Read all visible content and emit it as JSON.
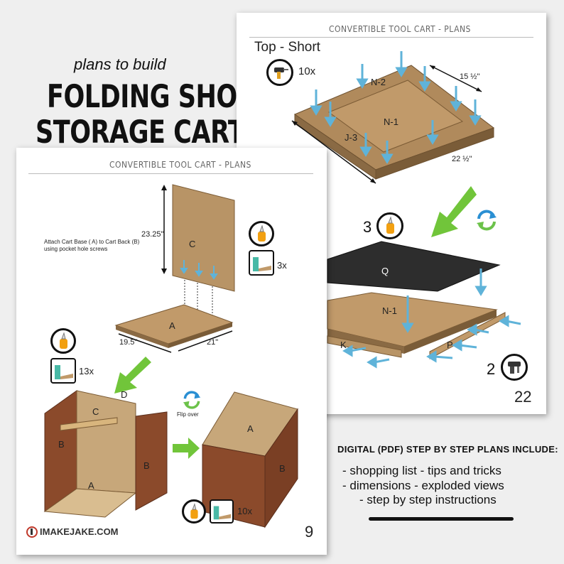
{
  "promo": {
    "subtitle": "plans to build",
    "title_line1": "FOLDING SHOP",
    "title_line2": "STORAGE CARTS",
    "features_heading": "DIGITAL (PDF) STEP BY STEP PLANS INCLUDE:",
    "features_line1": "-  shopping list  -  tips and tricks",
    "features_line2": "-  dimensions  -  exploded views",
    "features_line3": "-  step by step instructions"
  },
  "page_back": {
    "header": "CONVERTIBLE TOOL CART - PLANS",
    "section_title": "Top - Short",
    "screw_count": "10x",
    "dim_depth": "15 ½\"",
    "dim_width": "22 ½\"",
    "part_n2": "N-2",
    "part_n1": "N-1",
    "part_j3": "J-3",
    "part_q": "Q",
    "part_n1_lower": "N-1",
    "part_k": "K",
    "part_p": "P",
    "step_glue": "3",
    "step_nail": "2",
    "page_number": "22"
  },
  "page_front": {
    "header": "CONVERTIBLE TOOL CART - PLANS",
    "instruction": "Attach Cart Base ( A) to Cart Back (B) using pocket hole screws",
    "dim_height": "23.25\"",
    "dim_depth": "19.5\"",
    "dim_width": "21\"",
    "part_c": "C",
    "part_a": "A",
    "pocket_count_1": "3x",
    "pocket_count_2": "13x",
    "part_d": "D",
    "part_c2": "C",
    "part_b_left": "B",
    "part_b_right": "B",
    "part_a_bottom": "A",
    "flip_label": "Flip over",
    "part_a_top": "A",
    "part_b_right2": "B",
    "pocket_count_3": "10x",
    "brand": "IMAKEJAKE.COM",
    "page_number": "9"
  }
}
